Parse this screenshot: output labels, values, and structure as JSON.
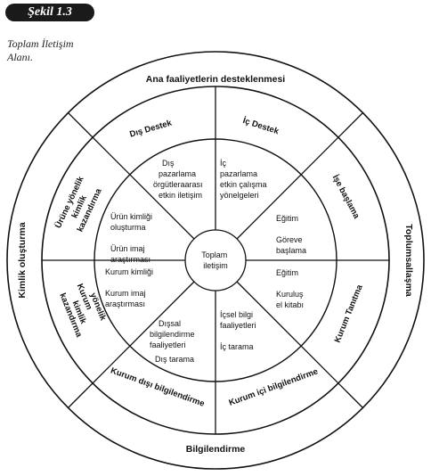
{
  "figure": {
    "badge": "Şekil 1.3",
    "caption_line1": "Toplam İletişim",
    "caption_line2": "Alanı."
  },
  "outer_ring": {
    "top": "Ana faaliyetlerin desteklenmesi",
    "right": "Toplumsallaşma",
    "bottom": "Bilgilendirme",
    "left": "Kimlik oluşturma"
  },
  "middle_ring": {
    "top_left": "Dış Destek",
    "top_right": "İç Destek",
    "right_top": "İşe başlama",
    "right_bottom": "Kurum Tanıtma",
    "bottom_right": "Kurum içi bilgilendirme",
    "bottom_left": "Kurum dışı bilgilendirme",
    "left_bottom": [
      "Kurum",
      "yönelik",
      "kimlik",
      "kazandırma"
    ],
    "left_top": [
      "Ürüne yönelik",
      "kimlik",
      "kazandırma"
    ]
  },
  "inner_ring": {
    "top_left": [
      "Dış",
      "pazarlama",
      "örgütleraarası",
      "etkin iletişim"
    ],
    "top_right": [
      "İç",
      "pazarlama",
      "etkin çalışma",
      "yönelgeleri"
    ],
    "right_top": [
      "Eğitim",
      "Göreve",
      "başlama"
    ],
    "right_bottom": [
      "Eğitim",
      "Kuruluş",
      "el kitabı"
    ],
    "bottom_right": [
      "İçsel bilgi",
      "faaliyetleri",
      "İç tarama"
    ],
    "bottom_left": [
      "Dışsal",
      "bilgilendirme",
      "faaliyetleri",
      "Dış tarama"
    ],
    "left_bottom": [
      "Kurum kimliği",
      "Kurum imaj",
      "araştırması"
    ],
    "left_top": [
      "Ürün kimliği",
      "oluşturma",
      "Ürün imaj",
      "araştırması"
    ]
  },
  "center": [
    "Toplam",
    "iletişim"
  ]
}
